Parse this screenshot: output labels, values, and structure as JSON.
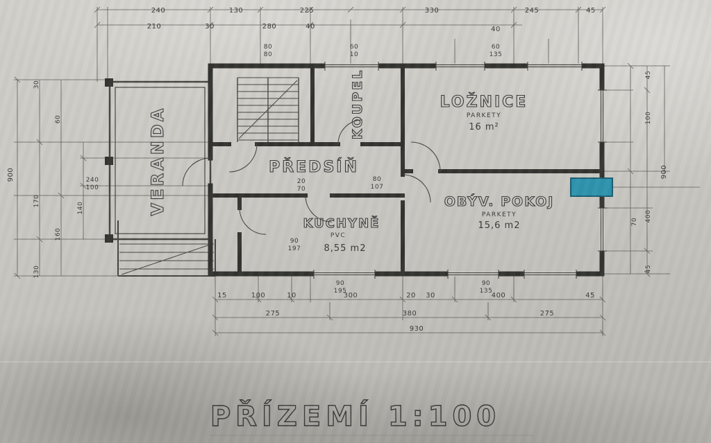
{
  "title": "PŘÍZEMÍ 1:100",
  "rooms": {
    "veranda": {
      "name": "VERANDA"
    },
    "koupel": {
      "name": "KOUPEL"
    },
    "predsin": {
      "name": "PŘEDSÍŇ"
    },
    "loznice": {
      "name": "LOŽNICE",
      "floor": "PARKETY",
      "area": "16 m²"
    },
    "obyv_pokoj": {
      "name": "OBÝV. POKOJ",
      "floor": "PARKETY",
      "area": "15,6 m2"
    },
    "kuchyne": {
      "name": "KUCHYNĚ",
      "floor": "PVC",
      "area": "8,55 m2"
    }
  },
  "dims": {
    "top1": [
      "240",
      "130",
      "225",
      "330",
      "245",
      "45"
    ],
    "top2": [
      "210",
      "30",
      "280",
      "40",
      "40"
    ],
    "top3": [
      "80",
      "80",
      "60",
      "10",
      "60",
      "135"
    ],
    "left": [
      "900",
      "30",
      "170",
      "130",
      "60",
      "160",
      "140",
      "240",
      "100"
    ],
    "right": [
      "45",
      "100",
      "900",
      "400",
      "70",
      "45"
    ],
    "bottom1": [
      "15",
      "100",
      "10",
      "300",
      "20",
      "30",
      "400",
      "45"
    ],
    "bottom2": [
      "275",
      "380",
      "275"
    ],
    "bottom3": [
      "930"
    ],
    "inner": [
      "90",
      "197",
      "80",
      "107",
      "20",
      "70",
      "90",
      "195",
      "90",
      "135"
    ]
  },
  "marker": {
    "color": "#2f93ad",
    "border": "#1d5f73"
  }
}
